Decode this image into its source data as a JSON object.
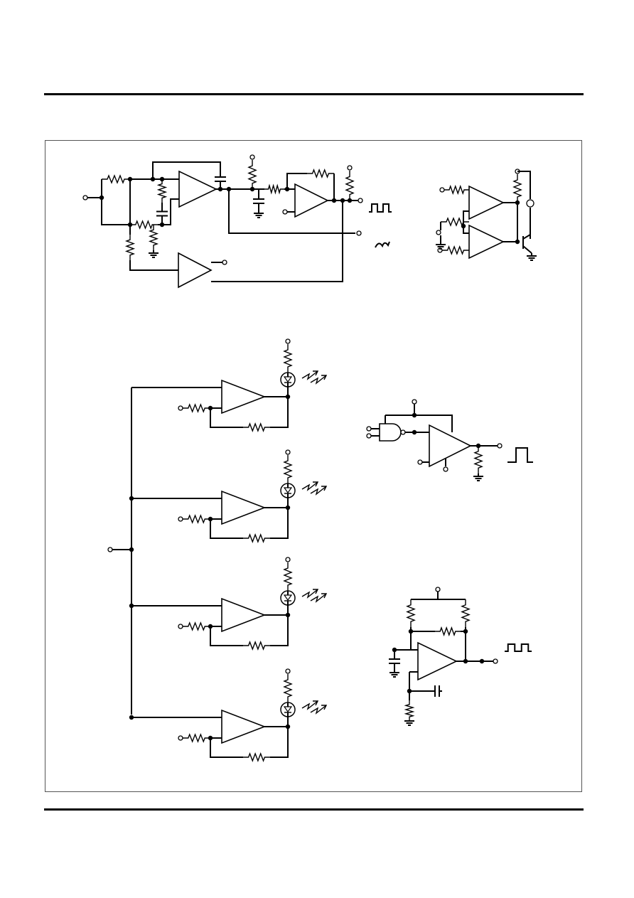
{
  "page": {
    "header_rule": "",
    "footer_rule": ""
  },
  "figures": [
    {
      "id": "sawtooth-squarewave-generator",
      "label": ""
    },
    {
      "id": "lamp-driver-comparators",
      "label": ""
    },
    {
      "id": "led-bar-driver",
      "label": ""
    },
    {
      "id": "nand-gated-comparator",
      "label": ""
    },
    {
      "id": "relaxation-oscillator",
      "label": ""
    }
  ],
  "icons": {
    "square-wave": "square-wave-icon",
    "sawtooth": "sawtooth-icon",
    "pulse": "pulse-icon",
    "led": "led-icon",
    "resistor": "resistor-icon",
    "capacitor": "capacitor-icon",
    "ground": "ground-icon",
    "comparator": "comparator-icon"
  },
  "colors": {
    "ink": "#000000",
    "paper": "#ffffff",
    "frame": "#555555"
  }
}
